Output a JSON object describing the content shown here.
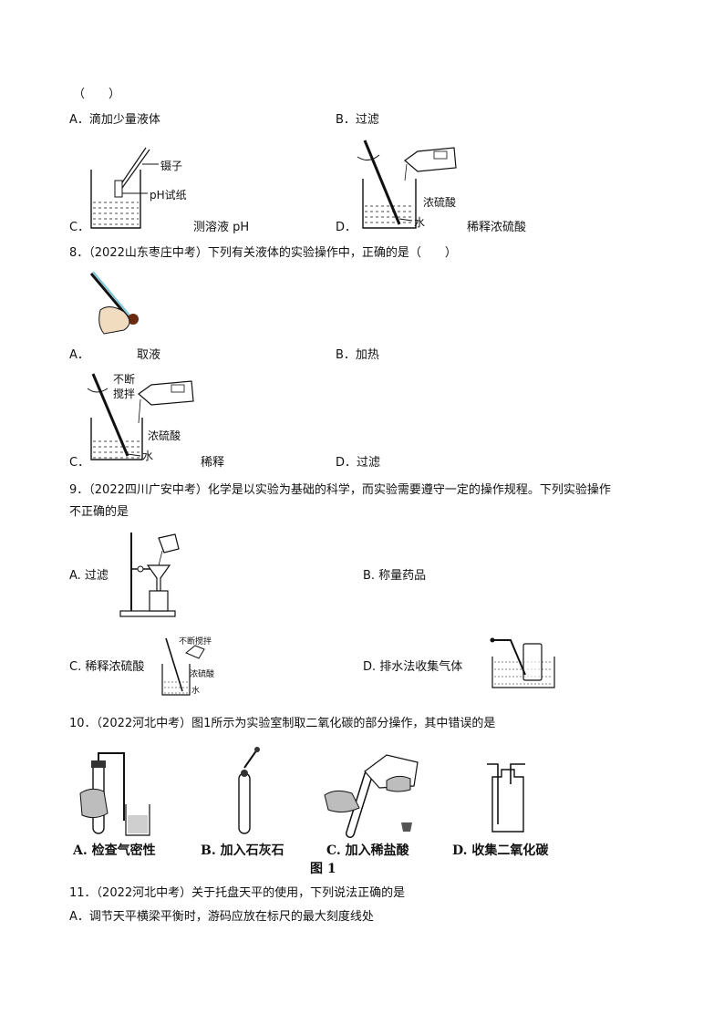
{
  "q7": {
    "paren": "（　　）",
    "optA": "A．滴加少量液体",
    "optB": "B．过滤",
    "optC_letter": "C．",
    "optC_caption": "测溶液 pH",
    "optC_tweezers": "镊子",
    "optC_paper": "pH试纸",
    "optD_letter": "D．",
    "optD_caption": "稀释浓硫酸",
    "optD_acid": "浓硫酸",
    "optD_water": "水"
  },
  "q8": {
    "stem": "8．（2022山东枣庄中考）下列有关液体的实验操作中，正确的是（　　）",
    "optA_letter": "A．",
    "optA_caption": "取液",
    "optB": "B．加热",
    "optC_letter": "C．",
    "optC_caption": "稀释",
    "optC_stir1": "不断",
    "optC_stir2": "搅拌",
    "optC_acid": "浓硫酸",
    "optC_water": "水",
    "optD": "D．过滤"
  },
  "q9": {
    "stem_line1": "9．（2022四川广安中考）化学是以实验为基础的科学，而实验需要遵守一定的操作规程。下列实验操作",
    "stem_line2": "不正确的是",
    "optA": "A. 过滤",
    "optB": "B. 称量药品",
    "optC": "C. 稀释浓硫酸",
    "optC_stir": "不断搅拌",
    "optC_acid": "浓硫酸",
    "optC_water": "水",
    "optD": "D. 排水法收集气体"
  },
  "q10": {
    "stem": "10．（2022河北中考）图1所示为实验室制取二氧化碳的部分操作，其中错误的是",
    "capA": "A. 检查气密性",
    "capB": "B. 加入石灰石",
    "capC": "C. 加入稀盐酸",
    "capD": "D. 收集二氧化碳",
    "figure": "图 1"
  },
  "q11": {
    "stem": "11．（2022河北中考）关于托盘天平的使用，下列说法正确的是",
    "optA": "A．调节天平横梁平衡时，游码应放在标尺的最大刻度线处"
  }
}
